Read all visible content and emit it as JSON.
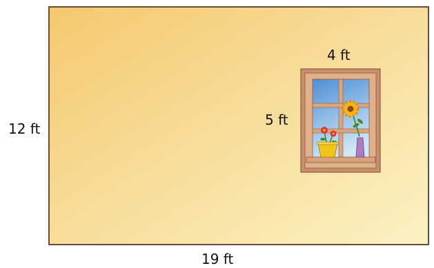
{
  "wall": {
    "width_label": "19 ft",
    "height_label": "12 ft",
    "width_ft": 19,
    "height_ft": 12
  },
  "window": {
    "width_label": "4 ft",
    "height_label": "5 ft",
    "width_ft": 4,
    "height_ft": 5
  },
  "colors": {
    "wall_light": "#fbf2c4",
    "wall_dark": "#f5c870",
    "wall_border": "#6b4a3a",
    "frame": "#c8906a",
    "frame_inner": "#e0b08a",
    "mullion": "#d9a57c",
    "sky_top": "#4f8fd3",
    "sky_bottom": "#cfe7f7",
    "sill": "#d8a27a",
    "pot": "#f2c419",
    "vase": "#b07ac0",
    "flower_red": "#e2352f",
    "sunflower": "#f6b51c",
    "stem": "#3f8b2f"
  }
}
